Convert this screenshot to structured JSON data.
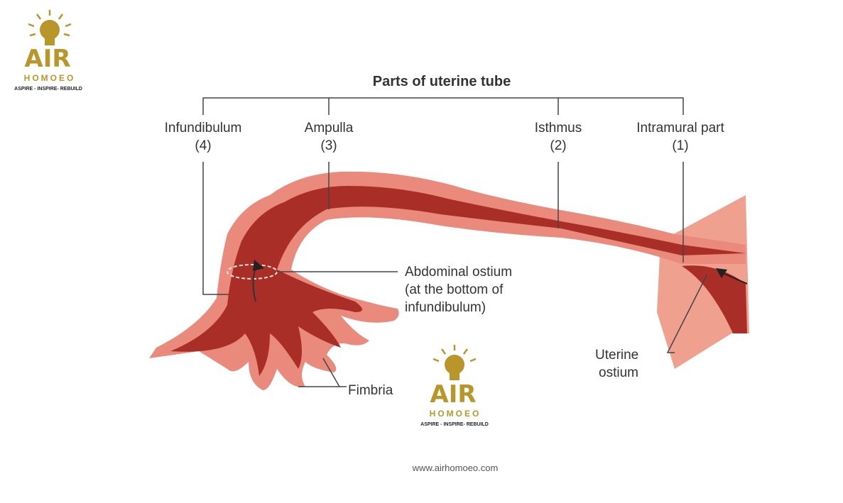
{
  "logo": {
    "name": "AIR",
    "sub": "HOMOEO",
    "tagline": "ASPIRE - INSPIRE- REBUILD"
  },
  "diagram": {
    "title": "Parts of uterine tube",
    "parts": [
      {
        "name": "Infundibulum",
        "num": "(4)"
      },
      {
        "name": "Ampulla",
        "num": "(3)"
      },
      {
        "name": "Isthmus",
        "num": "(2)"
      },
      {
        "name": "Intramural part",
        "num": "(1)"
      }
    ],
    "abdominal_ostium": [
      "Abdominal ostium",
      "(at the bottom of",
      "infundibulum)"
    ],
    "fimbria": "Fimbria",
    "uterine_ostium": [
      "Uterine",
      "ostium"
    ]
  },
  "website": "www.airhomoeo.com",
  "colors": {
    "outer": "#e98a7c",
    "inner": "#a92e28",
    "uterus": "#f0a08e",
    "gold": "#b8962a"
  }
}
